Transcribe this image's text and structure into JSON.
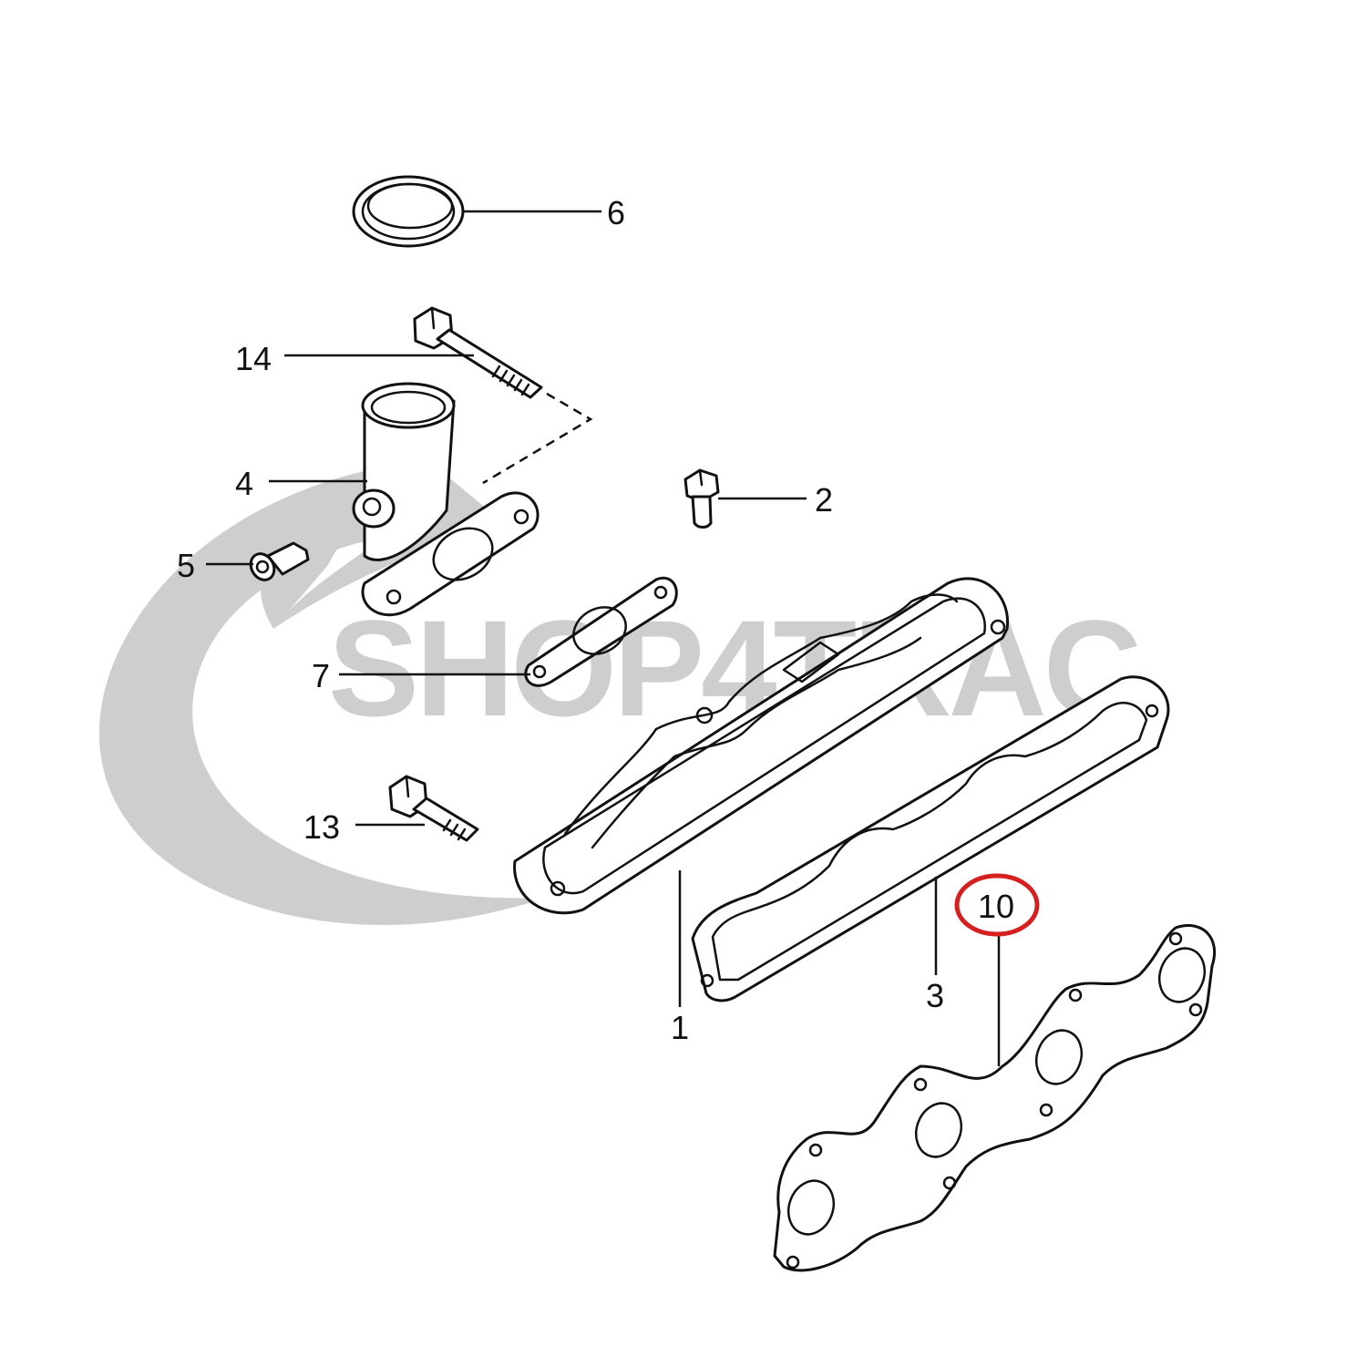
{
  "watermark": {
    "text": "SHOP4TRAC",
    "color": "#c9c9c9"
  },
  "highlight_color": "#d62020",
  "callouts": {
    "p1": "1",
    "p2": "2",
    "p3": "3",
    "p4": "4",
    "p5": "5",
    "p6": "6",
    "p7": "7",
    "p10": "10",
    "p13": "13",
    "p14": "14"
  },
  "highlighted_callout": "10"
}
